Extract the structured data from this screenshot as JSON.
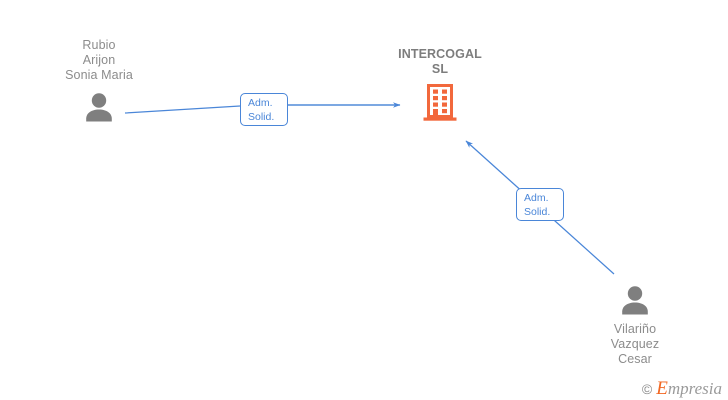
{
  "diagram": {
    "type": "company-relationship-graph",
    "colors": {
      "edge": "#4a86d8",
      "company_icon": "#f2683c",
      "person_icon": "#7f7f7f",
      "node_text": "#8c8c8c",
      "background": "#ffffff"
    },
    "nodes": [
      {
        "id": "person-left",
        "kind": "person",
        "icon": "person-icon",
        "label": "Rubio\nArijon\nSonia Maria",
        "label_lines": [
          "Rubio",
          "Arijon",
          "Sonia Maria"
        ]
      },
      {
        "id": "company-center",
        "kind": "company",
        "icon": "building-icon",
        "label": "INTERCOGAL\nSL",
        "label_lines": [
          "INTERCOGAL",
          "SL"
        ]
      },
      {
        "id": "person-right",
        "kind": "person",
        "icon": "person-icon",
        "label": "Vilariño\nVazquez\nCesar",
        "label_lines": [
          "Vilariño",
          "Vazquez",
          "Cesar"
        ]
      }
    ],
    "edges": [
      {
        "id": "edge-left",
        "from": "person-left",
        "to": "company-center",
        "label_line1": "Adm.",
        "label_line2": "Solid.",
        "arrow": "to-company"
      },
      {
        "id": "edge-right",
        "from": "person-right",
        "to": "company-center",
        "label_line1": "Adm.",
        "label_line2": "Solid.",
        "arrow": "to-company"
      }
    ]
  },
  "watermark": {
    "copyright": "©",
    "brand_initial": "E",
    "brand_rest": "mpresia"
  }
}
